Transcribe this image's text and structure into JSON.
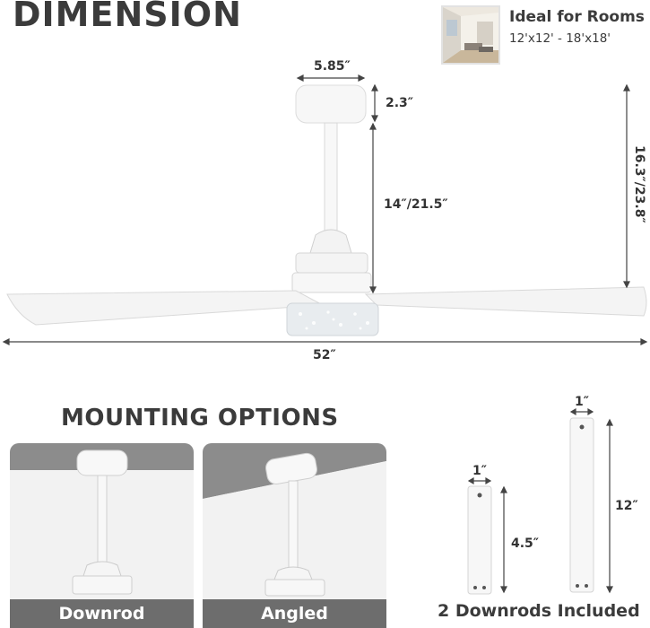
{
  "heading": "DIMENSION",
  "rooms": {
    "title": "Ideal for Rooms",
    "size": "12'x12' - 18'x18'"
  },
  "dimensions": {
    "canopy_width": "5.85″",
    "canopy_height": "2.3″",
    "downrod": "14″/21.5″",
    "overall_height": "16.3″/23.8″",
    "span": "52″"
  },
  "mounting": {
    "title": "MOUNTING OPTIONS",
    "options": [
      {
        "label": "Downrod"
      },
      {
        "label": "Angled"
      }
    ]
  },
  "downrods": {
    "short": {
      "diameter": "1″",
      "length": "4.5″"
    },
    "long": {
      "diameter": "1″",
      "length": "12″"
    },
    "caption": "2 Downrods Included"
  }
}
